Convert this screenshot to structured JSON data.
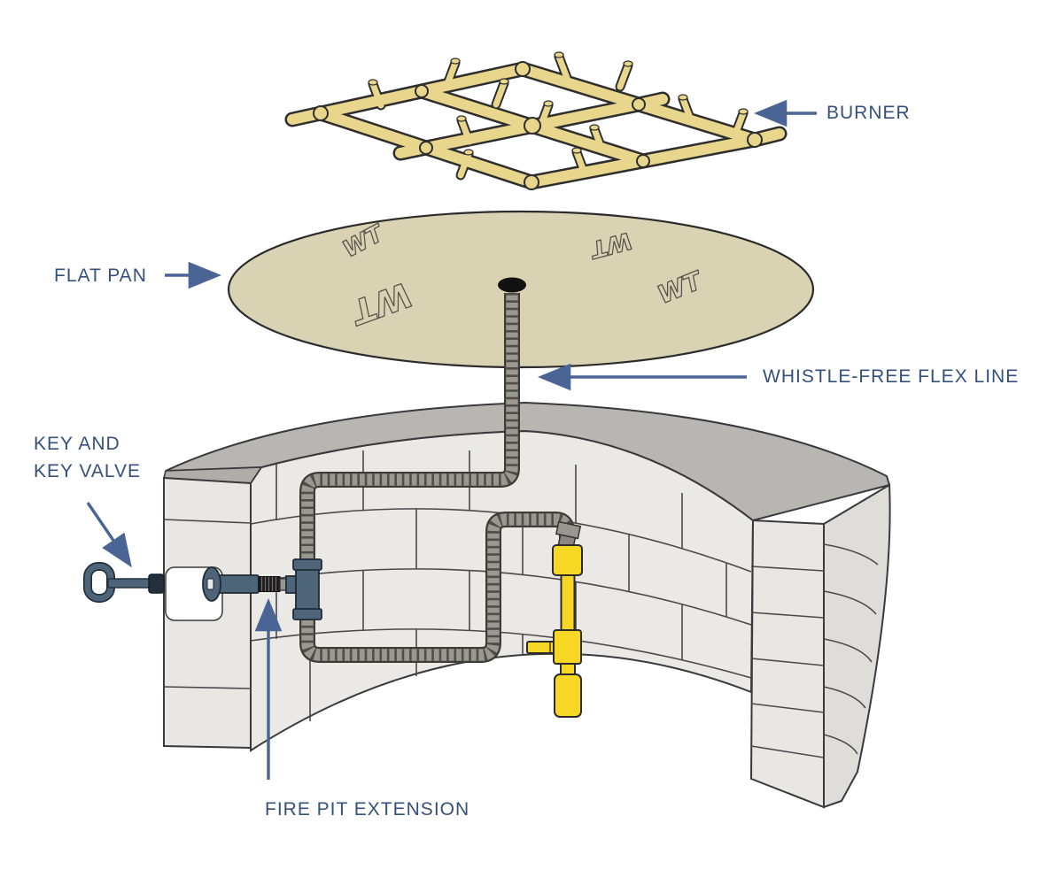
{
  "labels": {
    "burner": "BURNER",
    "flat_pan": "FLAT PAN",
    "flex_line": "WHISTLE-FREE FLEX LINE",
    "key_valve_line1": "KEY AND",
    "key_valve_line2": "KEY VALVE",
    "fire_pit_extension": "FIRE PIT EXTENSION"
  },
  "pan": {
    "engraving": "WT"
  },
  "colors": {
    "label_text": "#35517b",
    "arrow": "#4a6593",
    "burner_brass": "#e8d68c",
    "pan_tan": "#d9d3b4",
    "flex_gray": "#9a988f",
    "wall_cap": "#b7b6b3",
    "brick_face": "#ebe9e6",
    "valve_slate": "#4e6478",
    "extension_threads": "#1b1b1b",
    "regulator_yellow": "#f6d723"
  }
}
